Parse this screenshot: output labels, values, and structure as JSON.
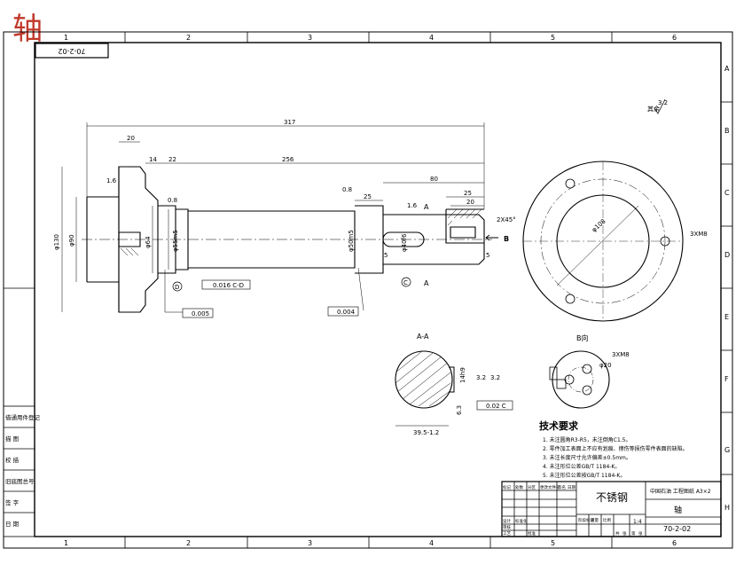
{
  "corner_title": "轴",
  "frame": {
    "columns": [
      "1",
      "2",
      "3",
      "4",
      "5",
      "6"
    ],
    "rows": [
      "A",
      "B",
      "C",
      "D",
      "E",
      "F",
      "G",
      "H"
    ]
  },
  "code_box": "70-2-02",
  "roughness_note": "3.2",
  "roughness_prefix": "其余",
  "dimensions": {
    "total_length": "317",
    "flange_width": "20",
    "d14": "14",
    "d22": "22",
    "d256": "256",
    "d80": "80",
    "d25a": "25",
    "d25b": "25",
    "d20": "20",
    "chamfer": "2X45°",
    "d5": "5",
    "d5b": "5",
    "phi130": "φ130",
    "phi90": "φ90",
    "phi64": "φ64",
    "phi55": "φ55m5",
    "phi50": "φ50m5",
    "phi40": "φ40f6",
    "r08a": "0.8",
    "r08b": "0.8",
    "r16a": "1.6",
    "r16b": "1.6",
    "phi108": "φ108",
    "m8": "3XM8",
    "depth": "14h9",
    "keyw": "39.5-1.2",
    "key63": "6.3",
    "key32a": "3.2",
    "key32b": "3.2"
  },
  "tolerances": {
    "runout": "0.016 C-D",
    "cyl1": "0.005",
    "cyl2": "0.004",
    "sym": "0.02 C"
  },
  "datums": {
    "d1": "D",
    "d2": "C"
  },
  "section_labels": {
    "a_top": "A",
    "a_bot": "A",
    "b_arrow": "B",
    "section_aa": "A-A",
    "view_b": "B向",
    "m8_small": "3XM8",
    "phi20": "φ20"
  },
  "tech_req": {
    "title": "技术要求",
    "items": [
      "1. 未注圆角R3-R5，未注倒角C1.5。",
      "2. 零件加工表面上不应有划痕、擦伤等损伤零件表面的缺陷。",
      "3. 未注长度尺寸允许偏差±0.5mm。",
      "4. 未注形位公差GB/T 1184-K。",
      "5. 未注形位公差按GB/T 1184-K。"
    ]
  },
  "left_strip": [
    "借通用件登记",
    "描 图",
    "校 描",
    "旧底图总号",
    "签 字",
    "日 期"
  ],
  "title_block": {
    "material": "不锈钢",
    "company": "中国石油 工程图纸 A3×2",
    "part_name": "轴",
    "drawing_no": "70-2-02",
    "scale": "1:4",
    "cells": [
      "标记",
      "处数",
      "分区",
      "更改文件号",
      "签名",
      "日期",
      "设计",
      "标准化",
      "审核",
      "工艺",
      "批准",
      "阶段标记",
      "重量",
      "比例",
      "共",
      "张",
      "第",
      "张"
    ]
  }
}
